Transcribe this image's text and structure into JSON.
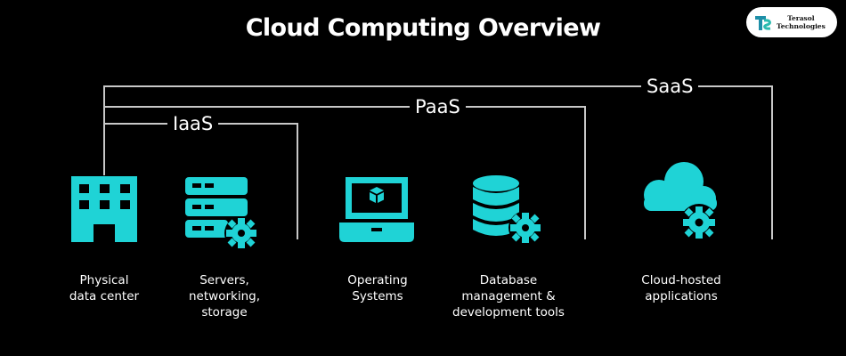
{
  "title": "Cloud Computing Overview",
  "logo": {
    "line1": "Terasol",
    "line2": "Technologies"
  },
  "tiers": {
    "iaas": "IaaS",
    "paas": "PaaS",
    "saas": "SaaS"
  },
  "components": [
    {
      "label": "Physical\ndata center",
      "icon": "building-icon"
    },
    {
      "label": "Servers,\nnetworking,\nstorage",
      "icon": "server-gear-icon"
    },
    {
      "label": "Operating\nSystems",
      "icon": "laptop-cube-icon"
    },
    {
      "label": "Database\nmanagement &\ndevelopment tools",
      "icon": "database-gear-icon"
    },
    {
      "label": "Cloud-hosted\napplications",
      "icon": "cloud-gear-icon"
    }
  ],
  "colors": {
    "background": "#000000",
    "icon": "#1fd3d6",
    "bracket": "#c8c8c8",
    "text": "#ffffff"
  }
}
